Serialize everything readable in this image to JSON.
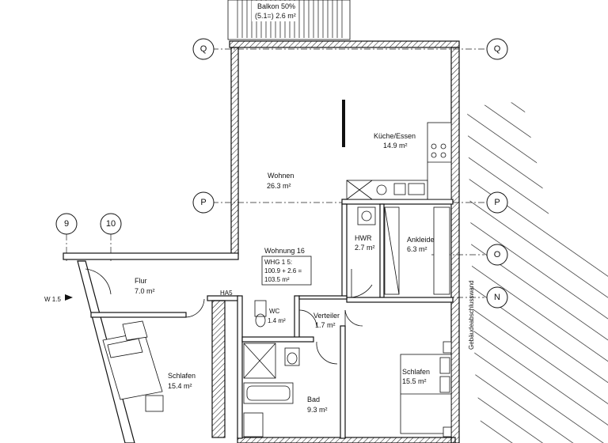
{
  "axes": {
    "Q": "Q",
    "P": "P",
    "O": "O",
    "N": "N",
    "n9": "9",
    "n10": "10"
  },
  "rooms": {
    "balkon_name": "Balkon 50%",
    "balkon_area": "(5.1=) 2.6 m²",
    "kueche_name": "Küche/Essen",
    "kueche_area": "14.9 m²",
    "wohnen_name": "Wohnen",
    "wohnen_area": "26.3 m²",
    "hwr_name": "HWR",
    "hwr_area": "2.7 m²",
    "ankleide_name": "Ankleide",
    "ankleide_area": "6.3 m²",
    "flur_name": "Flur",
    "flur_area": "7.0 m²",
    "wc_name": "WC",
    "wc_area": "1.4 m²",
    "verteiler_name": "Verteiler",
    "verteiler_area": "1.7 m²",
    "schlafen1_name": "Schlafen",
    "schlafen1_area": "15.4 m²",
    "schlafen2_name": "Schlafen",
    "schlafen2_area": "15.5 m²",
    "bad_name": "Bad",
    "bad_area": "9.3 m²"
  },
  "unit": {
    "title": "Wohnung 16",
    "line1": "WHG 1 5:",
    "line2": "100.9 + 2.6 =",
    "line3": "103.5 m²"
  },
  "labels": {
    "ha5": "HA5",
    "w15": "W 1.5",
    "wall_note": "Gebäudeabschlusswand"
  }
}
